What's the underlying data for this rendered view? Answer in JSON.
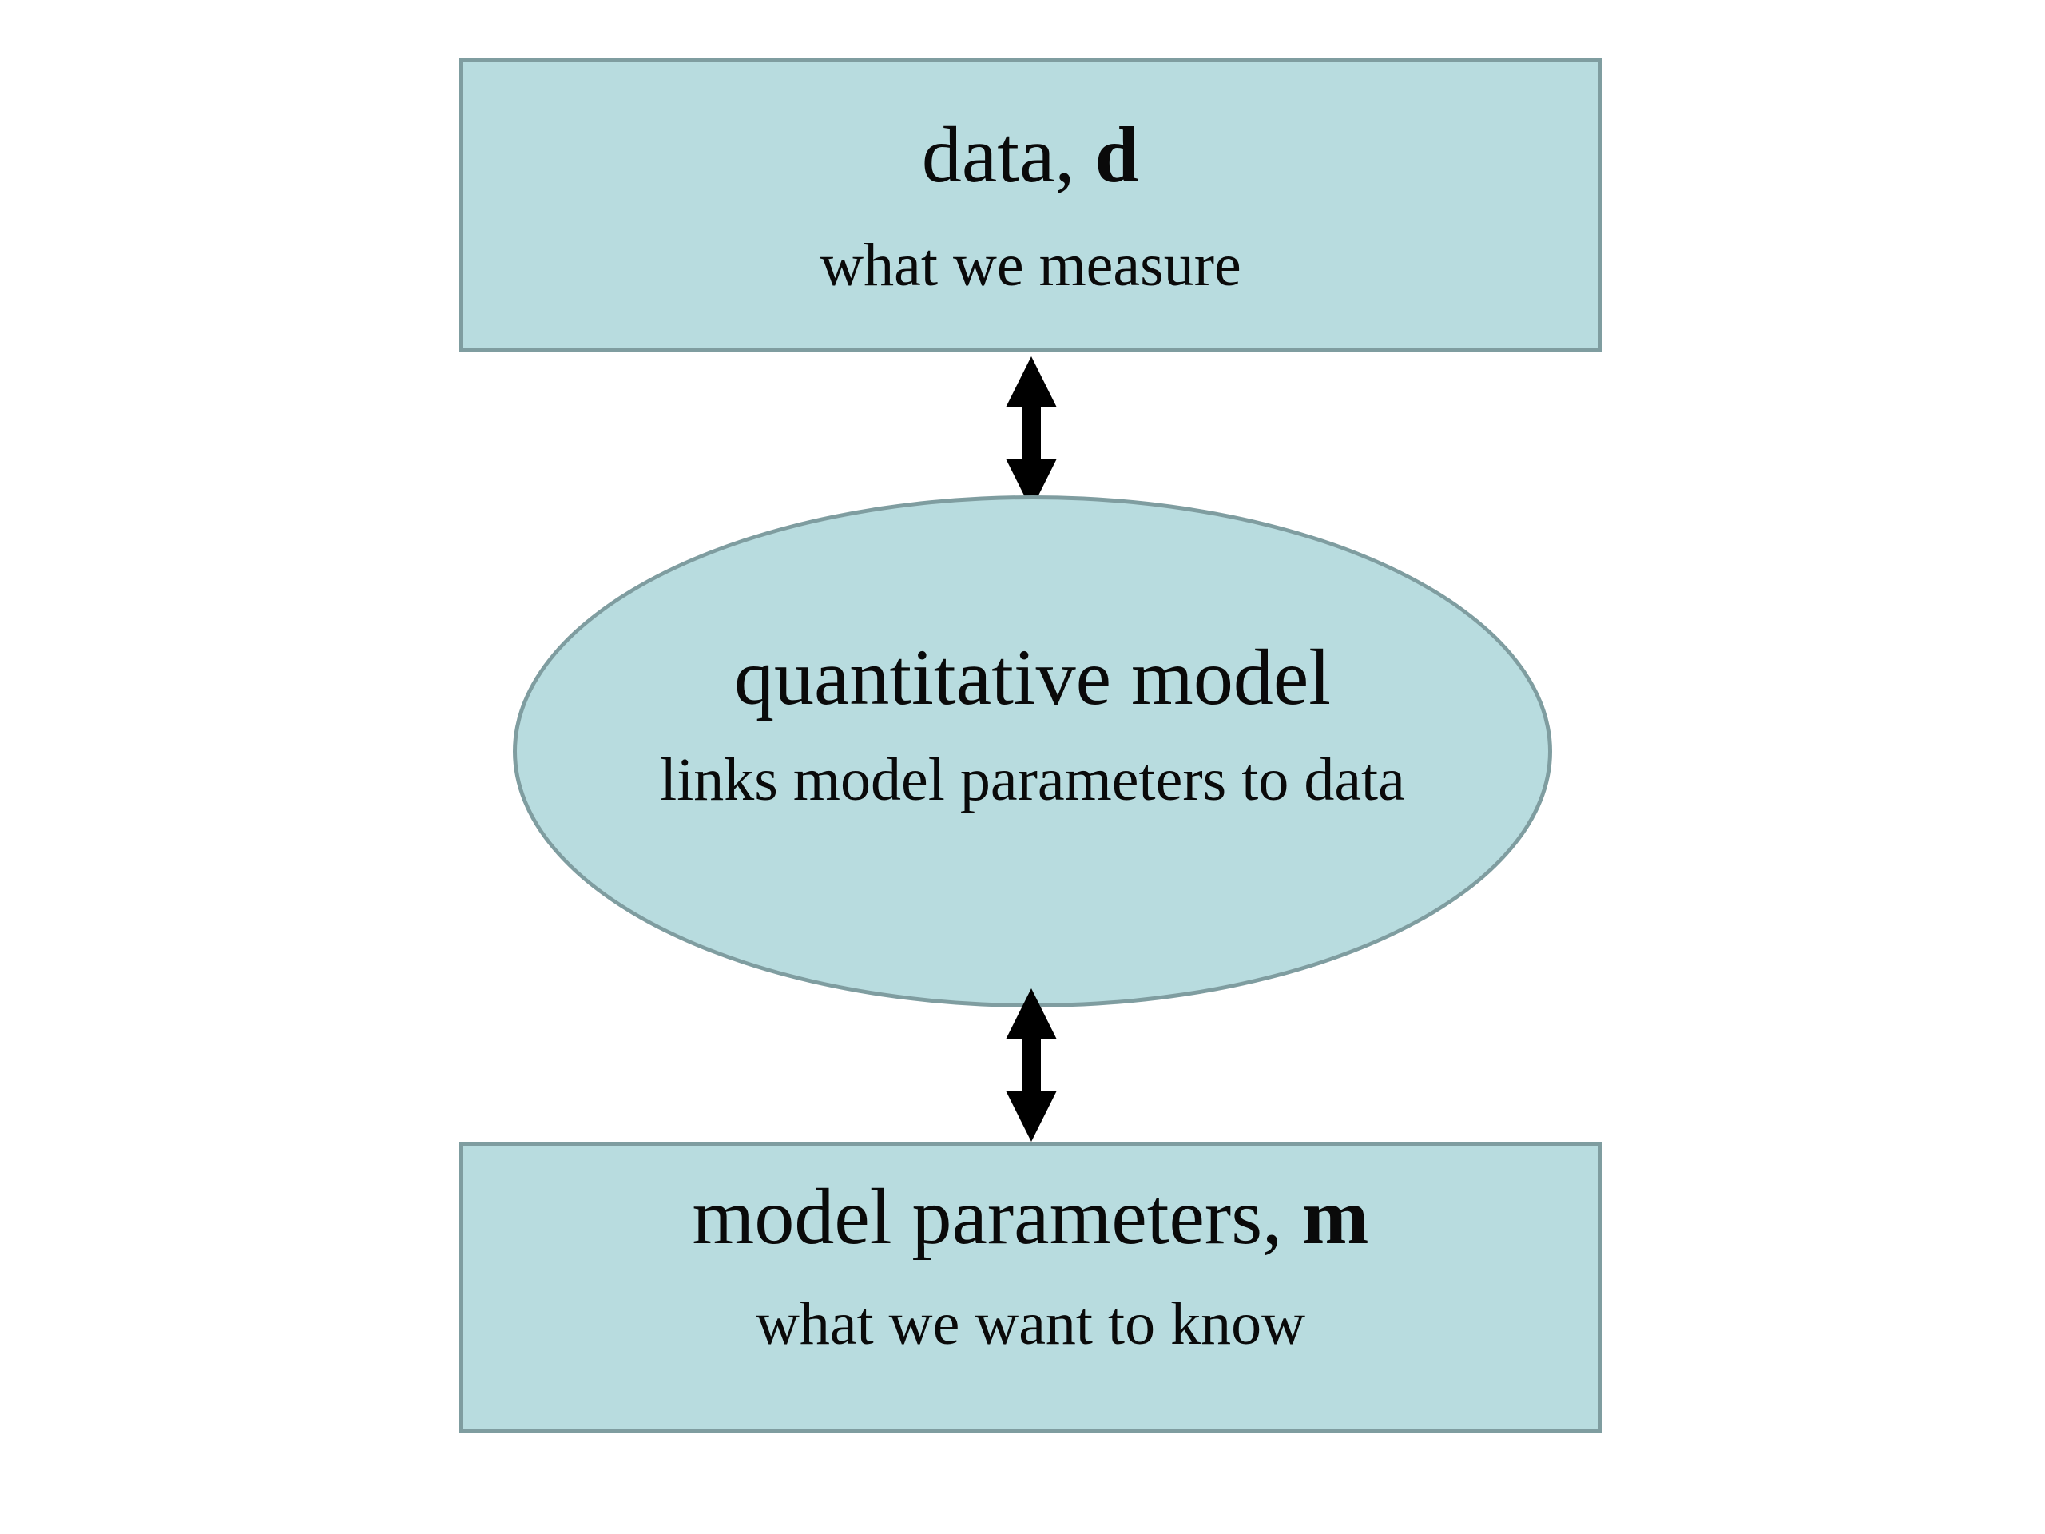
{
  "colors": {
    "shape_fill": "#b8dcdf",
    "shape_border": "#7f9da0",
    "arrow": "#000000",
    "text": "#0a0a0a",
    "background": "#ffffff"
  },
  "diagram": {
    "top_box": {
      "title_prefix": "data, ",
      "title_bold": "d",
      "subtitle": "what we measure"
    },
    "middle_ellipse": {
      "title": "quantitative model",
      "subtitle": "links model parameters to data"
    },
    "bottom_box": {
      "title_prefix": "model parameters, ",
      "title_bold": "m",
      "subtitle": "what we want to know"
    },
    "arrows": {
      "top": "double-headed-arrow",
      "bottom": "double-headed-arrow"
    }
  }
}
